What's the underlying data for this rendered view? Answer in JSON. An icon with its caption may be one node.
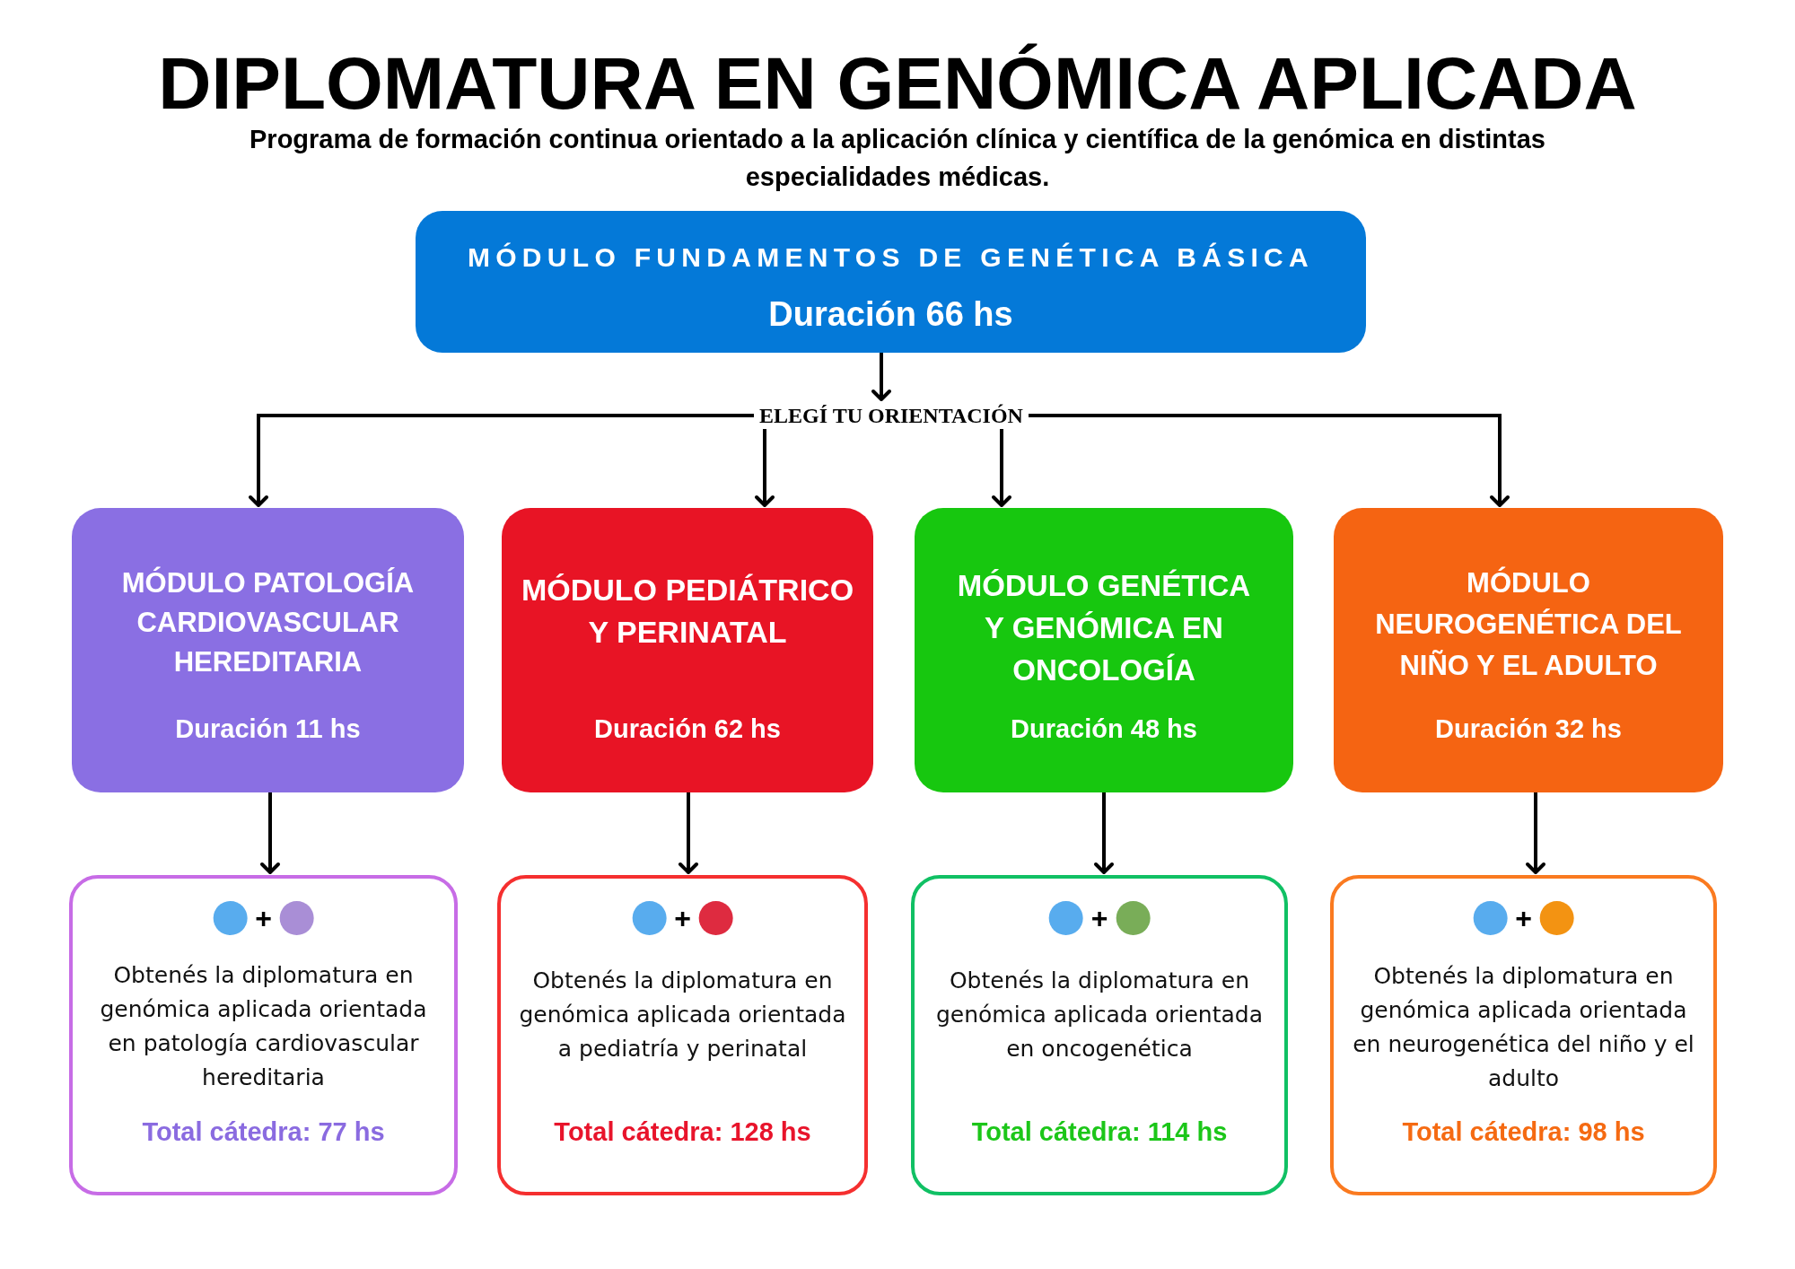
{
  "diagram": {
    "title": "DIPLOMATURA EN GENÓMICA APLICADA",
    "nodes": [
      {
        "text": [
          "MÓDULO FUNDAMENTOS DE GENÉTICA BÁSICA",
          "Duración 66 hs"
        ]
      },
      {
        "text": [
          "ELEGÍ TU ORIENTACIÓN"
        ]
      },
      {
        "text": [
          "MÓDULO PATOLOGÍA CARDIOVASCULAR HEREDITARIA",
          "Duración 11 hs"
        ]
      },
      {
        "text": [
          "MÓDULO PEDIÁTRICO Y PERINATAL",
          "Duración 62 hs"
        ]
      },
      {
        "text": [
          "MÓDULO GENÉTICA Y GENÓMICA EN ONCOLOGÍA",
          "Duración 48 hs"
        ]
      },
      {
        "text": [
          "MÓDULO NEUROGENÉTICA DEL NIÑO Y EL ADULTO",
          "Duración 32 hs"
        ]
      },
      {
        "text": [
          "+",
          "Obtenés la diplomatura en genómica aplicada orientada en patología cardiovascular hereditaria",
          "Total cátedra: 77 hs"
        ]
      },
      {
        "text": [
          "+",
          "Obtenés la diplomatura en genómica aplicada orientada a pediatría y perinatal",
          "Total cátedra: 128 hs"
        ]
      },
      {
        "text": [
          "+",
          "Obtenés la diplomatura en genómica aplicada orientada en oncogenética",
          "Total cátedra: 114 hs"
        ]
      },
      {
        "text": [
          "+",
          "Obtenés la diplomatura en genómica aplicada orientada en neurogenética del niño y el adulto",
          "Total cátedra: 98 hs"
        ]
      }
    ],
    "edges": [
      {
        "from": 0,
        "to": 1,
        "arrow": "to"
      },
      {
        "from": 1,
        "to": 2,
        "arrow": "to"
      },
      {
        "from": 1,
        "to": 3,
        "arrow": "to"
      },
      {
        "from": 1,
        "to": 4,
        "arrow": "to"
      },
      {
        "from": 1,
        "to": 5,
        "arrow": "to"
      },
      {
        "from": 2,
        "to": 6,
        "arrow": "to"
      },
      {
        "from": 3,
        "to": 7,
        "arrow": "to"
      },
      {
        "from": 4,
        "to": 8,
        "arrow": "to"
      },
      {
        "from": 5,
        "to": 9,
        "arrow": "to"
      }
    ],
    "labels": [
      "Programa de formación continua orientado a la aplicación clínica y científica de la genómica en distintas especialidades médicas."
    ]
  }
}
